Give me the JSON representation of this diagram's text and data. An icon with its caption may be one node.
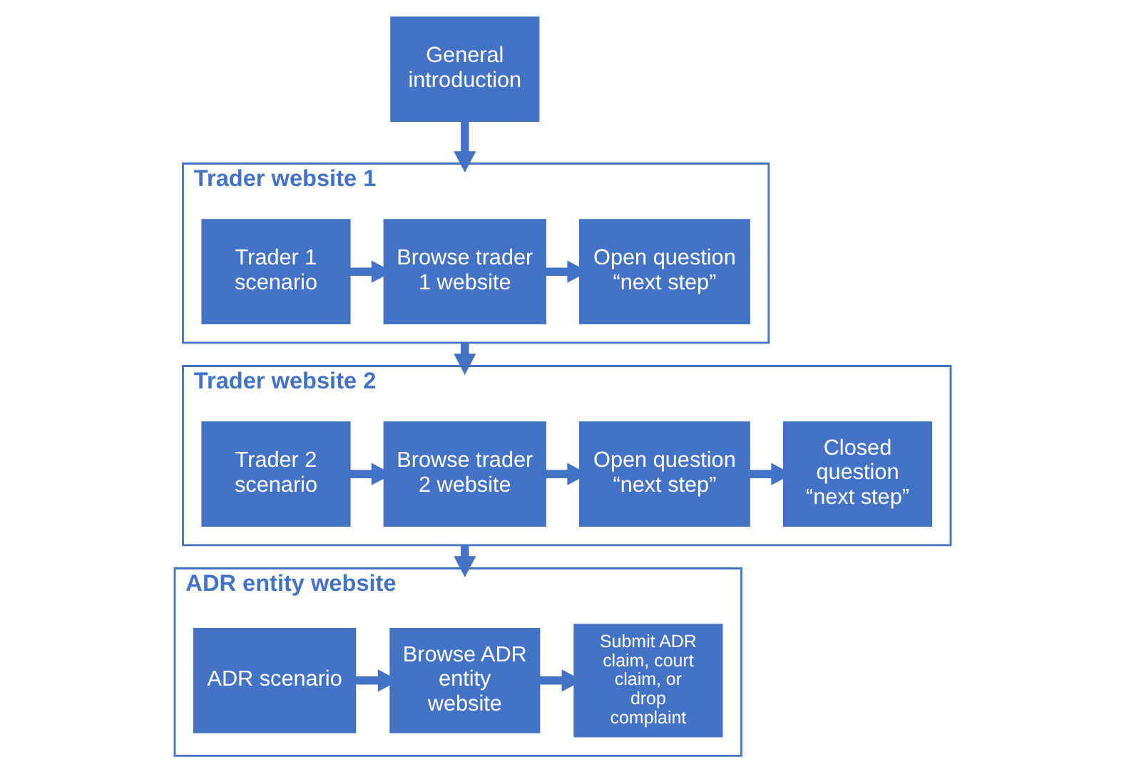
{
  "diagram": {
    "nodes": [
      {
        "text": [
          "General introduction"
        ]
      },
      {
        "text": [
          "Trader website 1"
        ]
      },
      {
        "text": [
          "Trader 1 scenario"
        ],
        "in": 1
      },
      {
        "text": [
          "Browse trader 1 website"
        ],
        "in": 1
      },
      {
        "text": [
          "Open question “next step”"
        ],
        "in": 1
      },
      {
        "text": [
          "Trader website 2"
        ]
      },
      {
        "text": [
          "Trader 2 scenario"
        ],
        "in": 5
      },
      {
        "text": [
          "Browse trader 2 website"
        ],
        "in": 5
      },
      {
        "text": [
          "Open question “next step”"
        ],
        "in": 5
      },
      {
        "text": [
          "Closed question “next step”"
        ],
        "in": 5
      },
      {
        "text": [
          "ADR entity website"
        ]
      },
      {
        "text": [
          "ADR scenario"
        ],
        "in": 10
      },
      {
        "text": [
          "Browse ADR entity website"
        ],
        "in": 10
      },
      {
        "text": [
          "Submit ADR claim, court claim, or drop complaint"
        ],
        "in": 10
      }
    ],
    "edges": [
      {
        "from": 0,
        "to": 1,
        "arrow": "to"
      },
      {
        "from": 2,
        "to": 3,
        "arrow": "to"
      },
      {
        "from": 3,
        "to": 4,
        "arrow": "to"
      },
      {
        "from": 1,
        "to": 5,
        "arrow": "to"
      },
      {
        "from": 6,
        "to": 7,
        "arrow": "to"
      },
      {
        "from": 7,
        "to": 8,
        "arrow": "to"
      },
      {
        "from": 8,
        "to": 9,
        "arrow": "to"
      },
      {
        "from": 5,
        "to": 10,
        "arrow": "to"
      },
      {
        "from": 11,
        "to": 12,
        "arrow": "to"
      },
      {
        "from": 12,
        "to": 13,
        "arrow": "to"
      }
    ]
  }
}
